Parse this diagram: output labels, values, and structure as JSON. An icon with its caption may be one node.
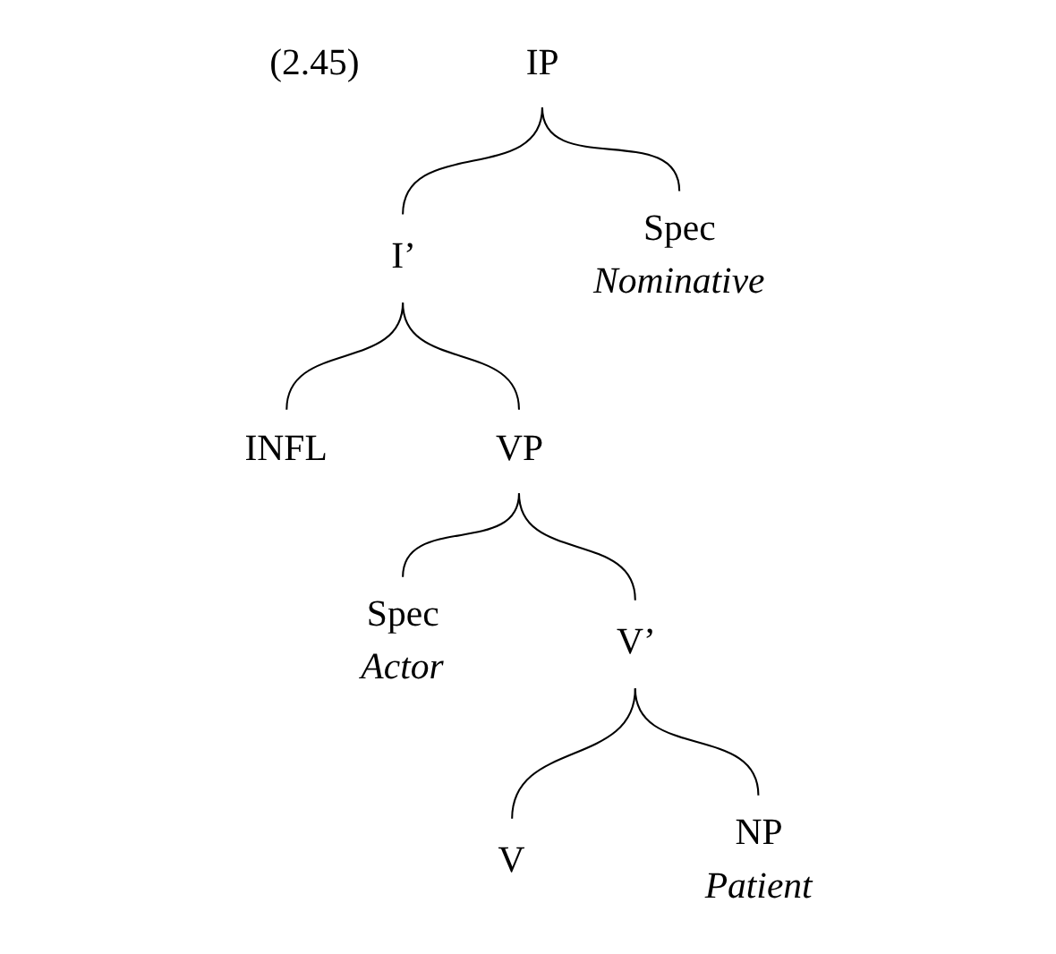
{
  "diagram": {
    "nodes": [
      {
        "text": [
          "IP"
        ]
      },
      {
        "text": [
          "I’"
        ]
      },
      {
        "text": [
          "Spec"
        ],
        "beside": [
          "Nominative"
        ]
      },
      {
        "text": [
          "INFL"
        ]
      },
      {
        "text": [
          "VP"
        ]
      },
      {
        "text": [
          "Spec"
        ],
        "beside": [
          "Actor"
        ]
      },
      {
        "text": [
          "V’"
        ]
      },
      {
        "text": [
          "V"
        ]
      },
      {
        "text": [
          "NP"
        ],
        "beside": [
          "Patient"
        ]
      }
    ],
    "edges": [
      {
        "from": 0,
        "to": 1,
        "arrow": "none"
      },
      {
        "from": 0,
        "to": 2,
        "arrow": "none"
      },
      {
        "from": 1,
        "to": 3,
        "arrow": "none"
      },
      {
        "from": 1,
        "to": 4,
        "arrow": "none"
      },
      {
        "from": 4,
        "to": 5,
        "arrow": "none"
      },
      {
        "from": 4,
        "to": 6,
        "arrow": "none"
      },
      {
        "from": 6,
        "to": 7,
        "arrow": "none"
      },
      {
        "from": 6,
        "to": 8,
        "arrow": "none"
      }
    ],
    "labels": [
      "(2.45)"
    ]
  }
}
